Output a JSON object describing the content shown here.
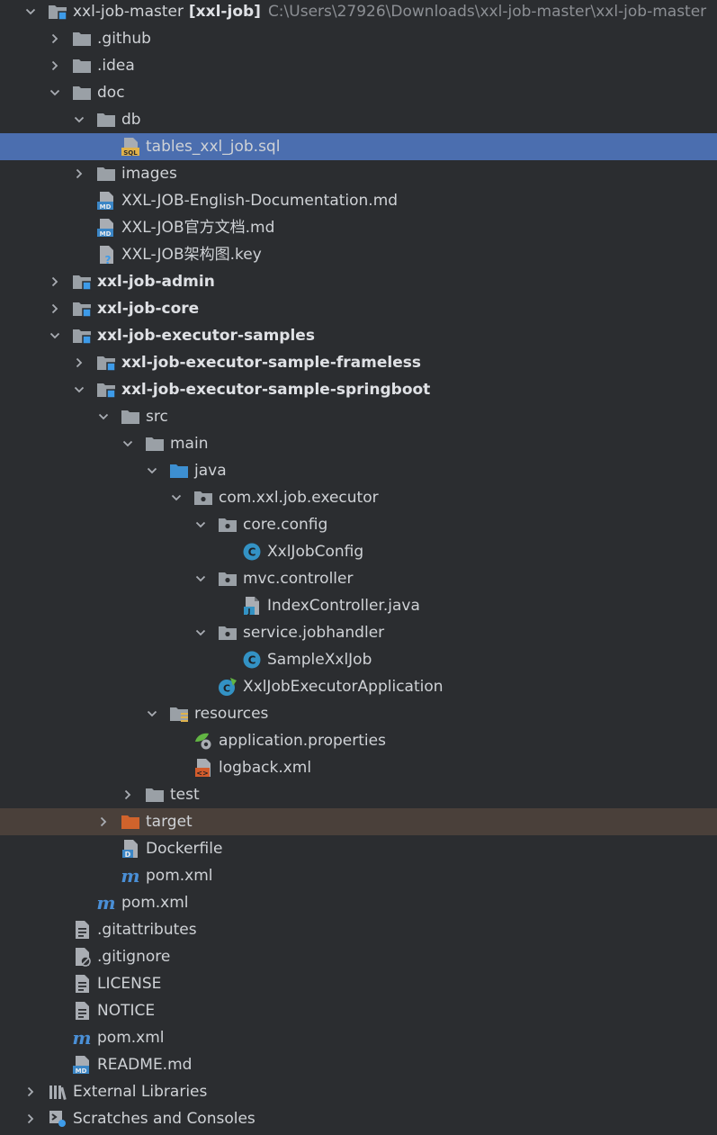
{
  "tree": [
    {
      "label": "xxl-job-master",
      "extra": "[xxl-job]",
      "path": "C:\\Users\\27926\\Downloads\\xxl-job-master\\xxl-job-master",
      "depth": 0,
      "arrow": "down",
      "icon": "module",
      "bold": false
    },
    {
      "label": ".github",
      "depth": 1,
      "arrow": "right",
      "icon": "folder"
    },
    {
      "label": ".idea",
      "depth": 1,
      "arrow": "right",
      "icon": "folder"
    },
    {
      "label": "doc",
      "depth": 1,
      "arrow": "down",
      "icon": "folder"
    },
    {
      "label": "db",
      "depth": 2,
      "arrow": "down",
      "icon": "folder"
    },
    {
      "label": "tables_xxl_job.sql",
      "depth": 3,
      "arrow": "none",
      "icon": "sql",
      "selected": true
    },
    {
      "label": "images",
      "depth": 2,
      "arrow": "right",
      "icon": "folder"
    },
    {
      "label": "XXL-JOB-English-Documentation.md",
      "depth": 2,
      "arrow": "none",
      "icon": "md"
    },
    {
      "label": "XXL-JOB官方文档.md",
      "depth": 2,
      "arrow": "none",
      "icon": "md"
    },
    {
      "label": "XXL-JOB架构图.key",
      "depth": 2,
      "arrow": "none",
      "icon": "unknown"
    },
    {
      "label": "xxl-job-admin",
      "depth": 1,
      "arrow": "right",
      "icon": "module",
      "bold": true
    },
    {
      "label": "xxl-job-core",
      "depth": 1,
      "arrow": "right",
      "icon": "module",
      "bold": true
    },
    {
      "label": "xxl-job-executor-samples",
      "depth": 1,
      "arrow": "down",
      "icon": "module",
      "bold": true
    },
    {
      "label": "xxl-job-executor-sample-frameless",
      "depth": 2,
      "arrow": "right",
      "icon": "module",
      "bold": true
    },
    {
      "label": "xxl-job-executor-sample-springboot",
      "depth": 2,
      "arrow": "down",
      "icon": "module",
      "bold": true
    },
    {
      "label": "src",
      "depth": 3,
      "arrow": "down",
      "icon": "folder"
    },
    {
      "label": "main",
      "depth": 4,
      "arrow": "down",
      "icon": "folder"
    },
    {
      "label": "java",
      "depth": 5,
      "arrow": "down",
      "icon": "srcfolder"
    },
    {
      "label": "com.xxl.job.executor",
      "depth": 6,
      "arrow": "down",
      "icon": "package"
    },
    {
      "label": "core.config",
      "depth": 7,
      "arrow": "down",
      "icon": "package"
    },
    {
      "label": "XxlJobConfig",
      "depth": 8,
      "arrow": "none",
      "icon": "class"
    },
    {
      "label": "mvc.controller",
      "depth": 7,
      "arrow": "down",
      "icon": "package"
    },
    {
      "label": "IndexController.java",
      "depth": 8,
      "arrow": "none",
      "icon": "javafile"
    },
    {
      "label": "service.jobhandler",
      "depth": 7,
      "arrow": "down",
      "icon": "package"
    },
    {
      "label": "SampleXxlJob",
      "depth": 8,
      "arrow": "none",
      "icon": "class"
    },
    {
      "label": "XxlJobExecutorApplication",
      "depth": 7,
      "arrow": "none",
      "icon": "springclass"
    },
    {
      "label": "resources",
      "depth": 5,
      "arrow": "down",
      "icon": "resfolder"
    },
    {
      "label": "application.properties",
      "depth": 6,
      "arrow": "none",
      "icon": "properties"
    },
    {
      "label": "logback.xml",
      "depth": 6,
      "arrow": "none",
      "icon": "xml"
    },
    {
      "label": "test",
      "depth": 4,
      "arrow": "right",
      "icon": "folder"
    },
    {
      "label": "target",
      "depth": 3,
      "arrow": "right",
      "icon": "excludedfolder",
      "excluded": true
    },
    {
      "label": "Dockerfile",
      "depth": 3,
      "arrow": "none",
      "icon": "docker"
    },
    {
      "label": "pom.xml",
      "depth": 3,
      "arrow": "none",
      "icon": "maven"
    },
    {
      "label": "pom.xml",
      "depth": 2,
      "arrow": "none",
      "icon": "maven"
    },
    {
      "label": ".gitattributes",
      "depth": 1,
      "arrow": "none",
      "icon": "textfile"
    },
    {
      "label": ".gitignore",
      "depth": 1,
      "arrow": "none",
      "icon": "ignorefile"
    },
    {
      "label": "LICENSE",
      "depth": 1,
      "arrow": "none",
      "icon": "textfile"
    },
    {
      "label": "NOTICE",
      "depth": 1,
      "arrow": "none",
      "icon": "textfile"
    },
    {
      "label": "pom.xml",
      "depth": 1,
      "arrow": "none",
      "icon": "maven"
    },
    {
      "label": "README.md",
      "depth": 1,
      "arrow": "none",
      "icon": "md"
    },
    {
      "label": "External Libraries",
      "depth": 0,
      "arrow": "right",
      "icon": "library"
    },
    {
      "label": "Scratches and Consoles",
      "depth": 0,
      "arrow": "right",
      "icon": "scratch"
    }
  ],
  "colors": {
    "background": "#2b2d30",
    "selection": "#4b6eaf",
    "excluded_row": "#4a403a",
    "folder": "#9aa0a6",
    "module_badge": "#3d9be9",
    "source_folder": "#3d8fd1",
    "excluded_folder": "#d0632c",
    "class_icon": "#3392c4",
    "spring_green": "#62b543"
  }
}
